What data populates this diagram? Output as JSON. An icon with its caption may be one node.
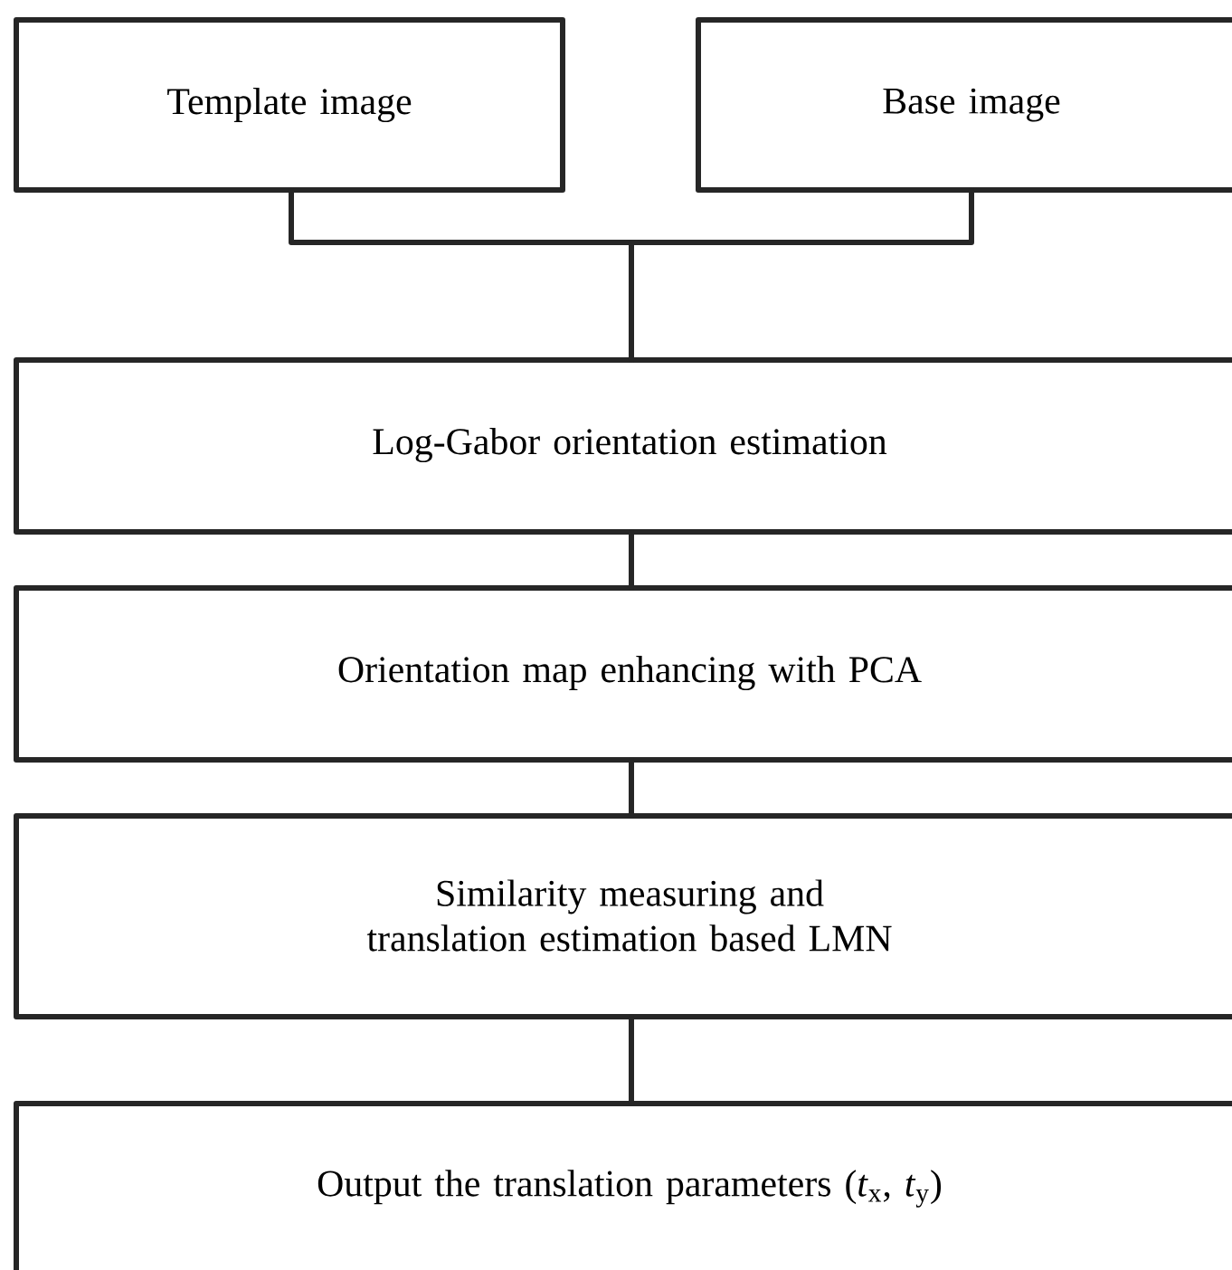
{
  "diagram": {
    "nodes": [
      {
        "text": [
          "Template image"
        ]
      },
      {
        "text": [
          "Base image"
        ]
      },
      {
        "text": [
          "Log-Gabor orientation estimation"
        ]
      },
      {
        "text": [
          "Orientation map enhancing with PCA"
        ]
      },
      {
        "text": [
          "Similarity measuring and translation estimation based LMN"
        ]
      },
      {
        "text": [
          "Output the translation parameters (*t*$_{x}$, *t*$_{y}$)"
        ]
      }
    ],
    "edges": [
      {
        "from": 0,
        "to": 2,
        "arrow": "none"
      },
      {
        "from": 1,
        "to": 2,
        "arrow": "none"
      },
      {
        "from": 2,
        "to": 3,
        "arrow": "none"
      },
      {
        "from": 3,
        "to": 4,
        "arrow": "none"
      },
      {
        "from": 4,
        "to": 5,
        "arrow": "none"
      }
    ]
  }
}
